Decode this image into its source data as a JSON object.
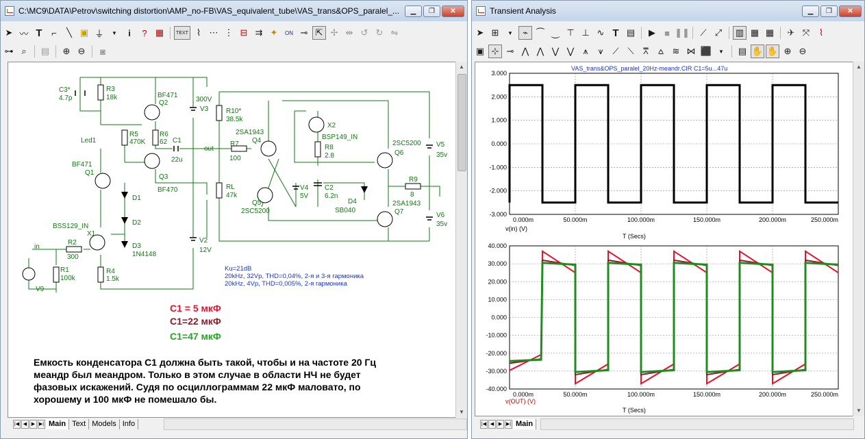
{
  "left_window": {
    "title": "C:\\MC9\\DATA\\Petrov\\switching distortion\\AMP_no-FB\\VAS_equivalent_tube\\VAS_trans&OPS_paralel_...",
    "tabs": [
      {
        "label": "Main"
      },
      {
        "label": "Text"
      },
      {
        "label": "Models"
      },
      {
        "label": "Info"
      }
    ],
    "schematic": {
      "labels": {
        "c3": "C3*",
        "c3_val": "4.7p",
        "r3": "R3",
        "r3_val": "18k",
        "bf471_top": "BF471",
        "q2": "Q2",
        "v300": "300V",
        "v3": "V3",
        "r10": "R10*",
        "r10_val": "38.5k",
        "led1": "Led1",
        "r5": "R5",
        "r5_val": "470K",
        "r6": "R6",
        "r6_val": "62",
        "c1": "C1",
        "c1_val": "22u",
        "out": "out",
        "r7": "R7",
        "r7_val": "100",
        "bf471_left": "BF471",
        "q1": "Q1",
        "q3": "Q3",
        "bf470": "BF470",
        "rl": "RL",
        "rl_val": "47k",
        "d1": "D1",
        "d2": "D2",
        "d3": "D3",
        "d3_val": "1N4148",
        "bss129": "BSS129_IN",
        "x1": "X1",
        "in": "in",
        "r2": "R2",
        "r2_val": "300",
        "r1": "R1",
        "r1_val": "100k",
        "v9": "V9",
        "r4": "R4",
        "r4_val": "1.5k",
        "v2": "V2",
        "v2_val": "12V",
        "q4_type": "2SA1943",
        "q4": "Q4",
        "q5": "Q5",
        "q5_type": "2SC5200",
        "x2": "X2",
        "bsp149": "BSP149_IN",
        "r8": "R8",
        "r8_val": "2.8",
        "v4": "V4",
        "v4_val": "5V",
        "c2": "C2",
        "c2_val": "6.2n",
        "d4": "D4",
        "d4_val": "SB040",
        "q6_type": "2SC5200",
        "q6": "Q6",
        "v5": "V5",
        "v5_val": "35v",
        "r9": "R9",
        "r9_val": "8",
        "q7_type": "2SA1943",
        "q7": "Q7",
        "v6": "V6",
        "v6_val": "35v"
      },
      "notes": {
        "ku": "Ku=21dB",
        "line1": "20kHz, 32Vp, THD=0,04%, 2-я и 3-я гармоника",
        "line2": "20kHz, 4Vp, THD=0,005%, 2-я гармоника"
      },
      "legend": [
        {
          "text": "C1 = 5 мкФ",
          "color": "#e8102a"
        },
        {
          "text": "C1=22 мкФ",
          "color": "#8c1a2a"
        },
        {
          "text": "C1=47 мкФ",
          "color": "#1ea81e"
        }
      ],
      "caption": [
        "Емкость конденсатора С1 должна быть такой, чтобы и на частоте 20 Гц",
        "меандр был меандром. Только в этом случае в области НЧ не будет",
        "фазовых искажений. Судя по осциллограммам 22 мкФ маловато, по",
        "хорошему и 100 мкФ не помешало бы."
      ]
    }
  },
  "right_window": {
    "title": "Transient Analysis",
    "tabs": [
      {
        "label": "Main"
      }
    ]
  },
  "chart_data": [
    {
      "type": "line",
      "title": "VAS_trans&OPS_paralel_20Hz-meandr.CIR C1=5u...47u",
      "xlabel": "T (Secs)",
      "ylabel": "v(in) (V)",
      "xlim": [
        0,
        0.25
      ],
      "ylim": [
        -3,
        3
      ],
      "yticks": [
        "3.000",
        "2.000",
        "1.000",
        "0.000",
        "-1.000",
        "-2.000",
        "-3.000"
      ],
      "xticks": [
        "0.000m",
        "50.000m",
        "100.000m",
        "150.000m",
        "200.000m",
        "250.000m"
      ],
      "grid": true,
      "series": [
        {
          "color": "#000000",
          "period": 0.05,
          "high": 2.5,
          "low": -2.5,
          "rise_times": [
            0.0,
            0.05,
            0.1,
            0.15,
            0.2
          ],
          "fall_times": [
            0.025,
            0.075,
            0.125,
            0.175,
            0.225
          ]
        }
      ]
    },
    {
      "type": "line",
      "xlabel": "T (Secs)",
      "ylabel": "v(OUT) (V)",
      "xlim": [
        0,
        0.25
      ],
      "ylim": [
        -40,
        40
      ],
      "yticks": [
        "40.000",
        "30.000",
        "20.000",
        "10.000",
        "0.000",
        "-10.000",
        "-20.000",
        "-30.000",
        "-40.000"
      ],
      "xticks": [
        "0.000m",
        "50.000m",
        "100.000m",
        "150.000m",
        "200.000m",
        "250.000m"
      ],
      "grid": true,
      "series": [
        {
          "color": "#e8102a",
          "high_start": 37,
          "high_end": 25,
          "low_start": -37,
          "low_end": -26
        },
        {
          "color": "#8c1a2a",
          "high_start": 32,
          "high_end": 29,
          "low_start": -32,
          "low_end": -29
        },
        {
          "color": "#1e8c1e",
          "high_start": 30.5,
          "high_end": 29.5,
          "low_start": -30.5,
          "low_end": -29.5
        }
      ]
    }
  ]
}
